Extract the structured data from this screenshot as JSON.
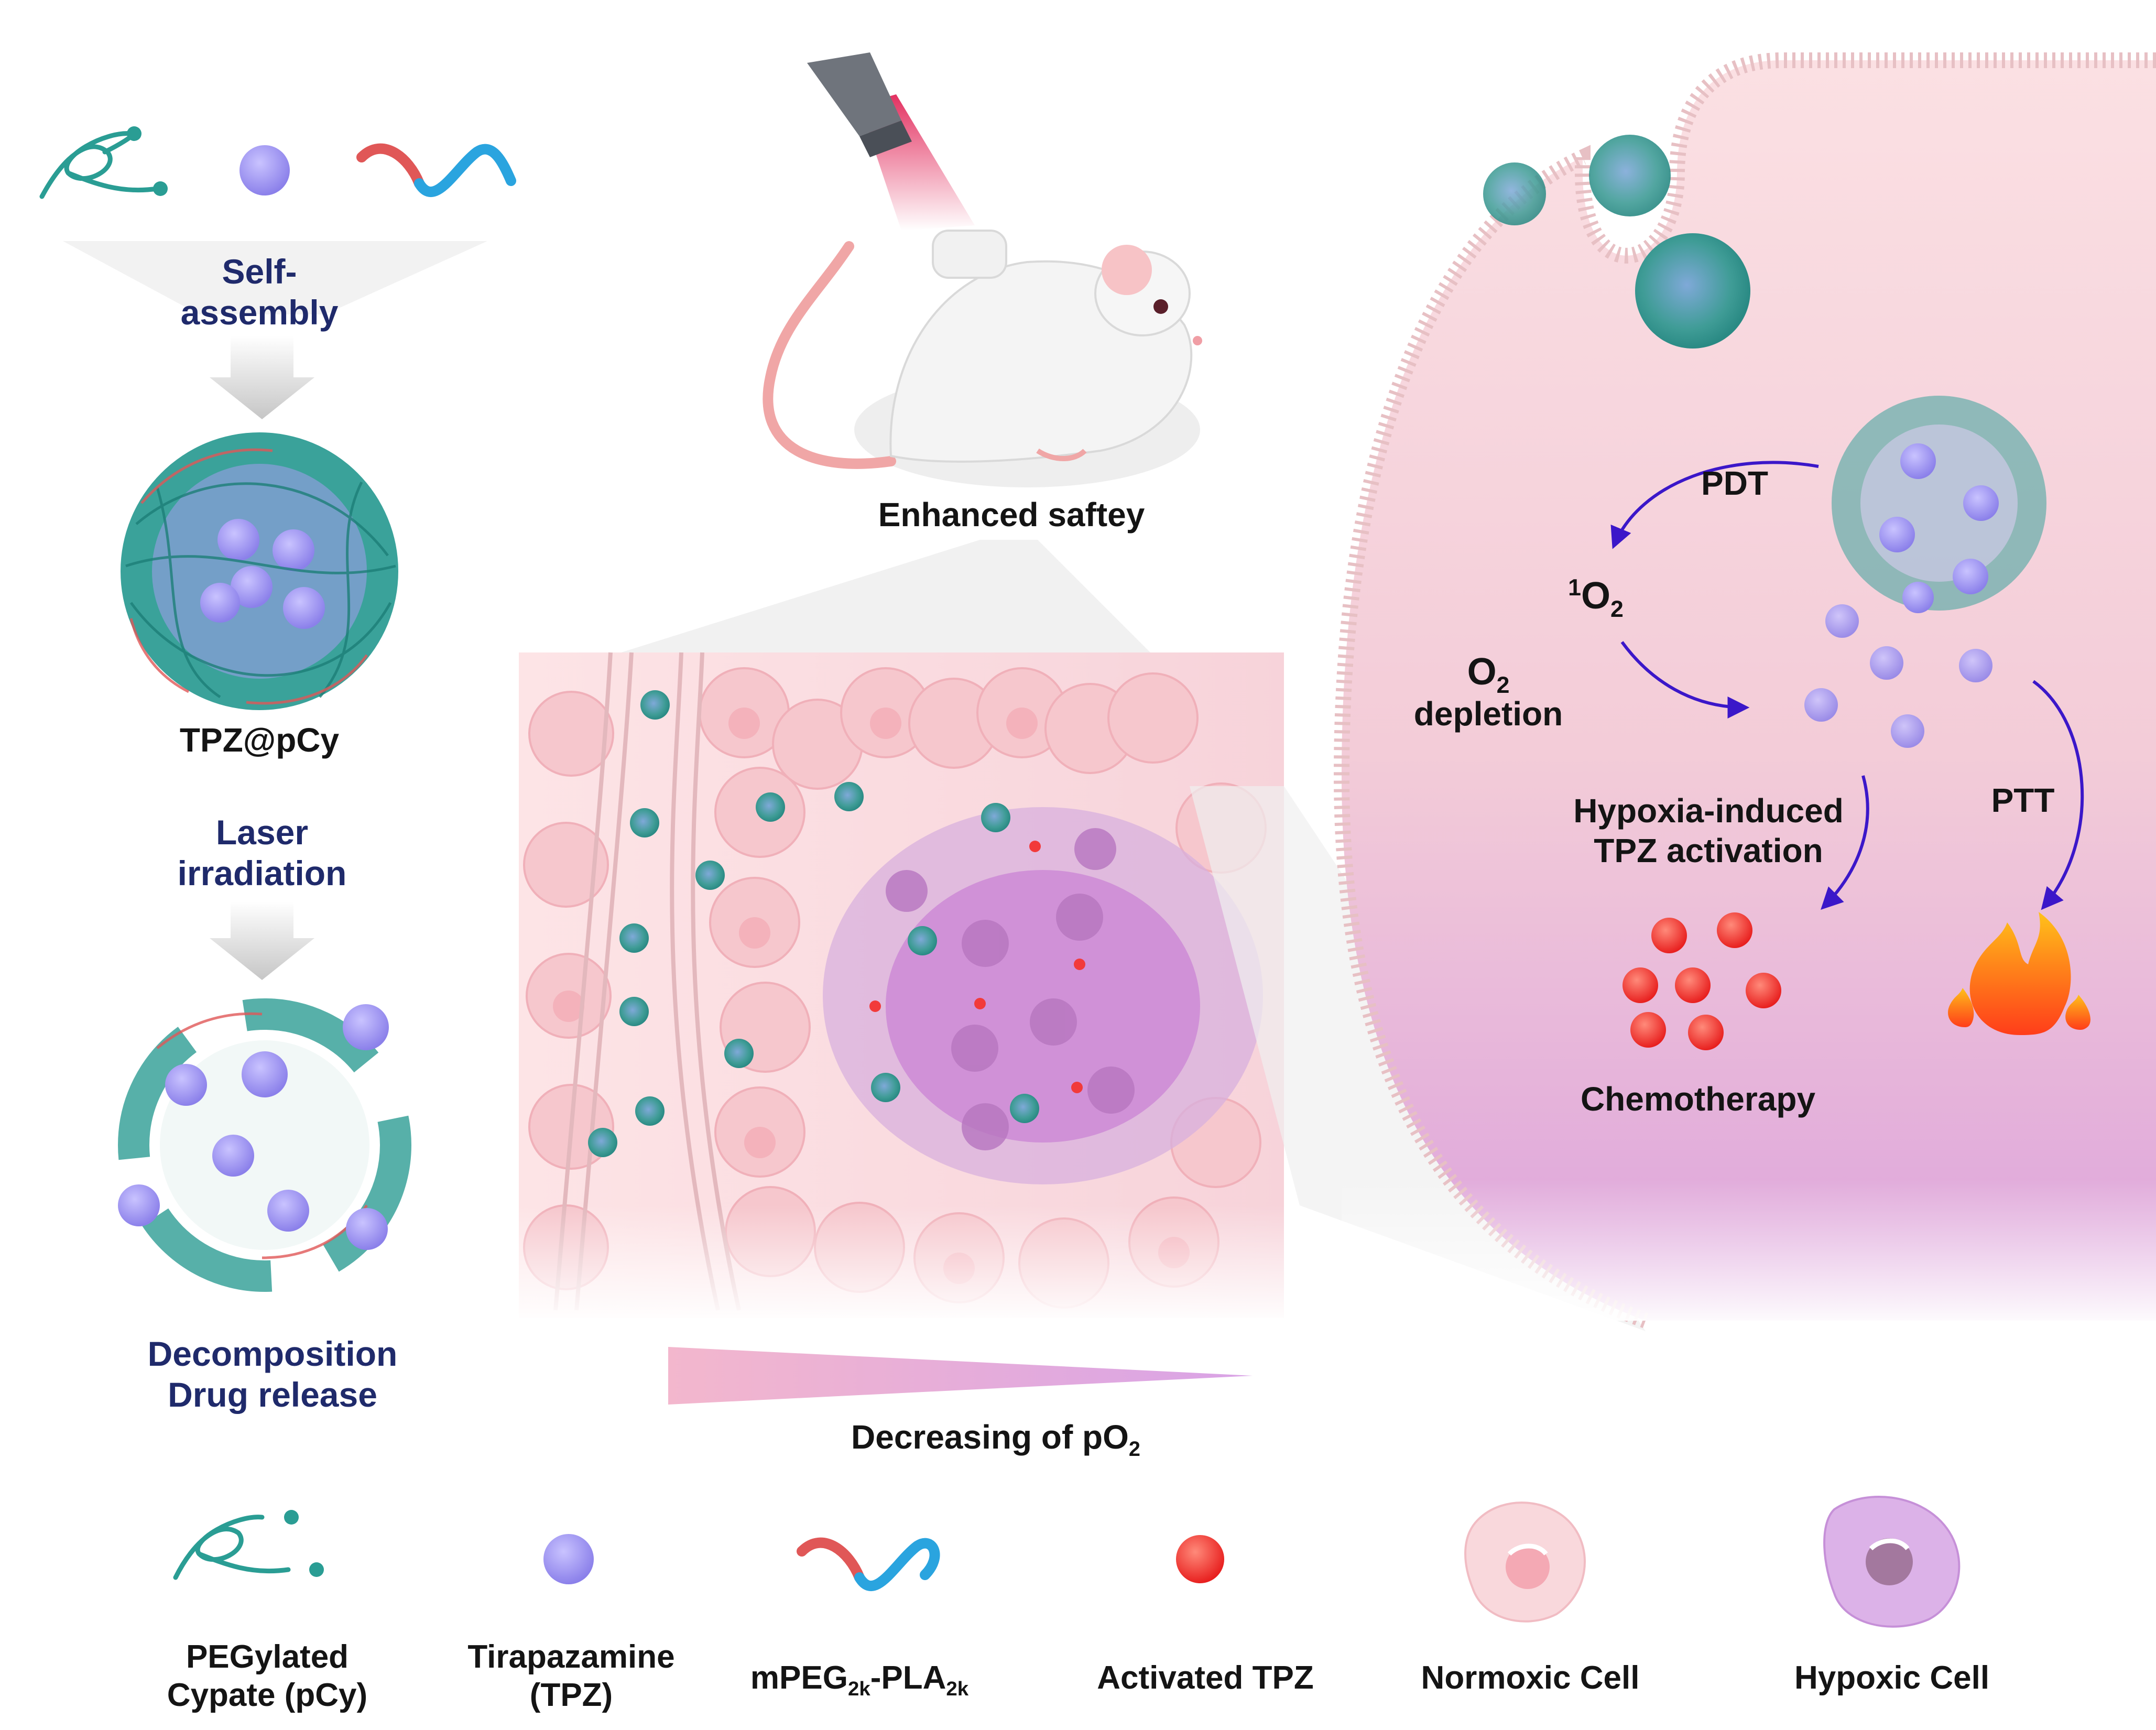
{
  "steps": {
    "self_assembly": [
      "Self-",
      "assembly"
    ],
    "product": "TPZ@pCy",
    "laser": [
      "Laser",
      "irradiation"
    ],
    "release": [
      "Decomposition",
      "Drug release"
    ]
  },
  "mouse": {
    "label": "Enhanced saftey"
  },
  "gradient": {
    "label_main": "Decreasing of pO",
    "label_sub": "2"
  },
  "cell": {
    "pdt": "PDT",
    "singlet_sup": "1",
    "singlet_main": "O",
    "singlet_sub": "2",
    "o2_main": "O",
    "o2_sub": "2",
    "o2_depletion": "depletion",
    "hypoxia": [
      "Hypoxia-induced",
      "TPZ activation"
    ],
    "ptt": "PTT",
    "chemo": "Chemotherapy"
  },
  "legend": {
    "pcy": [
      "PEGylated",
      "Cypate (pCy)"
    ],
    "tpz": [
      "Tirapazamine",
      "(TPZ)"
    ],
    "mpeg": {
      "a": "mPEG",
      "a_sub": "2k",
      "dash": "-PLA",
      "b_sub": "2k"
    },
    "activated": "Activated TPZ",
    "normoxic": "Normoxic Cell",
    "hypoxic": "Hypoxic Cell"
  },
  "colors": {
    "navy_text": "#1f2a6b",
    "teal_polymer": "#2a9d94",
    "tpz_purple": "#9d94ee",
    "activated_red": "#f23a3a",
    "arrow_indigo": "#3b17c9",
    "normoxic_pink": "#f7c9cf",
    "hypoxic_violet": "#c58ad8"
  }
}
